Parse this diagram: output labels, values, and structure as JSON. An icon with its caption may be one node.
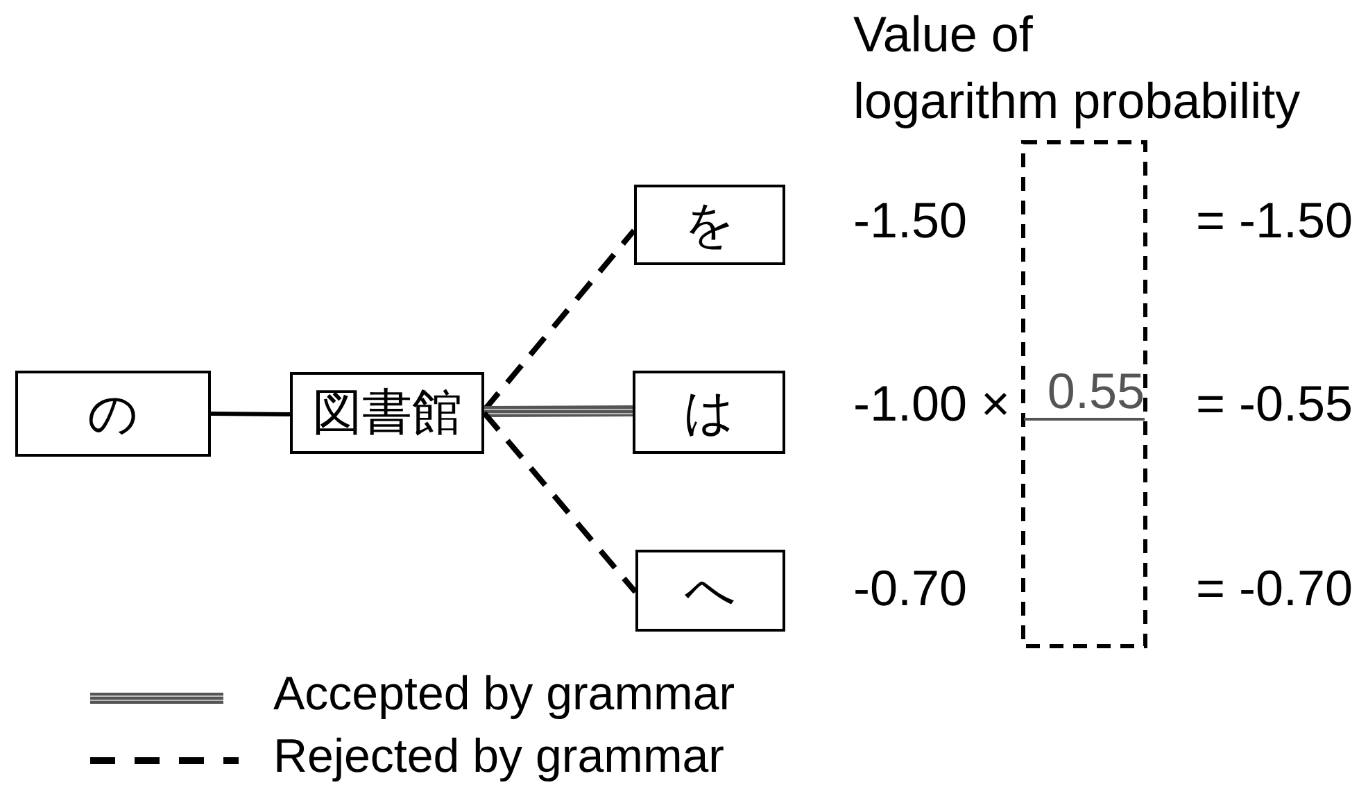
{
  "diagram": {
    "nodes": [
      {
        "text": [
          "の"
        ]
      },
      {
        "text": [
          "図書館"
        ]
      },
      {
        "text": [
          "を"
        ]
      },
      {
        "text": [
          "は"
        ]
      },
      {
        "text": [
          "へ"
        ]
      },
      {
        "text": [
          "0.55"
        ]
      }
    ],
    "edges": [
      {
        "from": 0,
        "to": 1,
        "arrow": "none"
      },
      {
        "from": 1,
        "to": 2,
        "arrow": "none",
        "style": "dashed"
      },
      {
        "from": 1,
        "to": 3,
        "arrow": "none",
        "style": "thick",
        "color": "#555555"
      },
      {
        "from": 1,
        "to": 4,
        "arrow": "none",
        "style": "dashed"
      }
    ],
    "labels": [
      "Value of logarithm probability",
      "-1.50",
      "= -1.50",
      "-1.00 ×",
      "= -0.55",
      "-0.70",
      "= -0.70"
    ],
    "legend": [
      {
        "text": "Accepted by grammar"
      },
      {
        "text": "Rejected by grammar"
      }
    ]
  }
}
